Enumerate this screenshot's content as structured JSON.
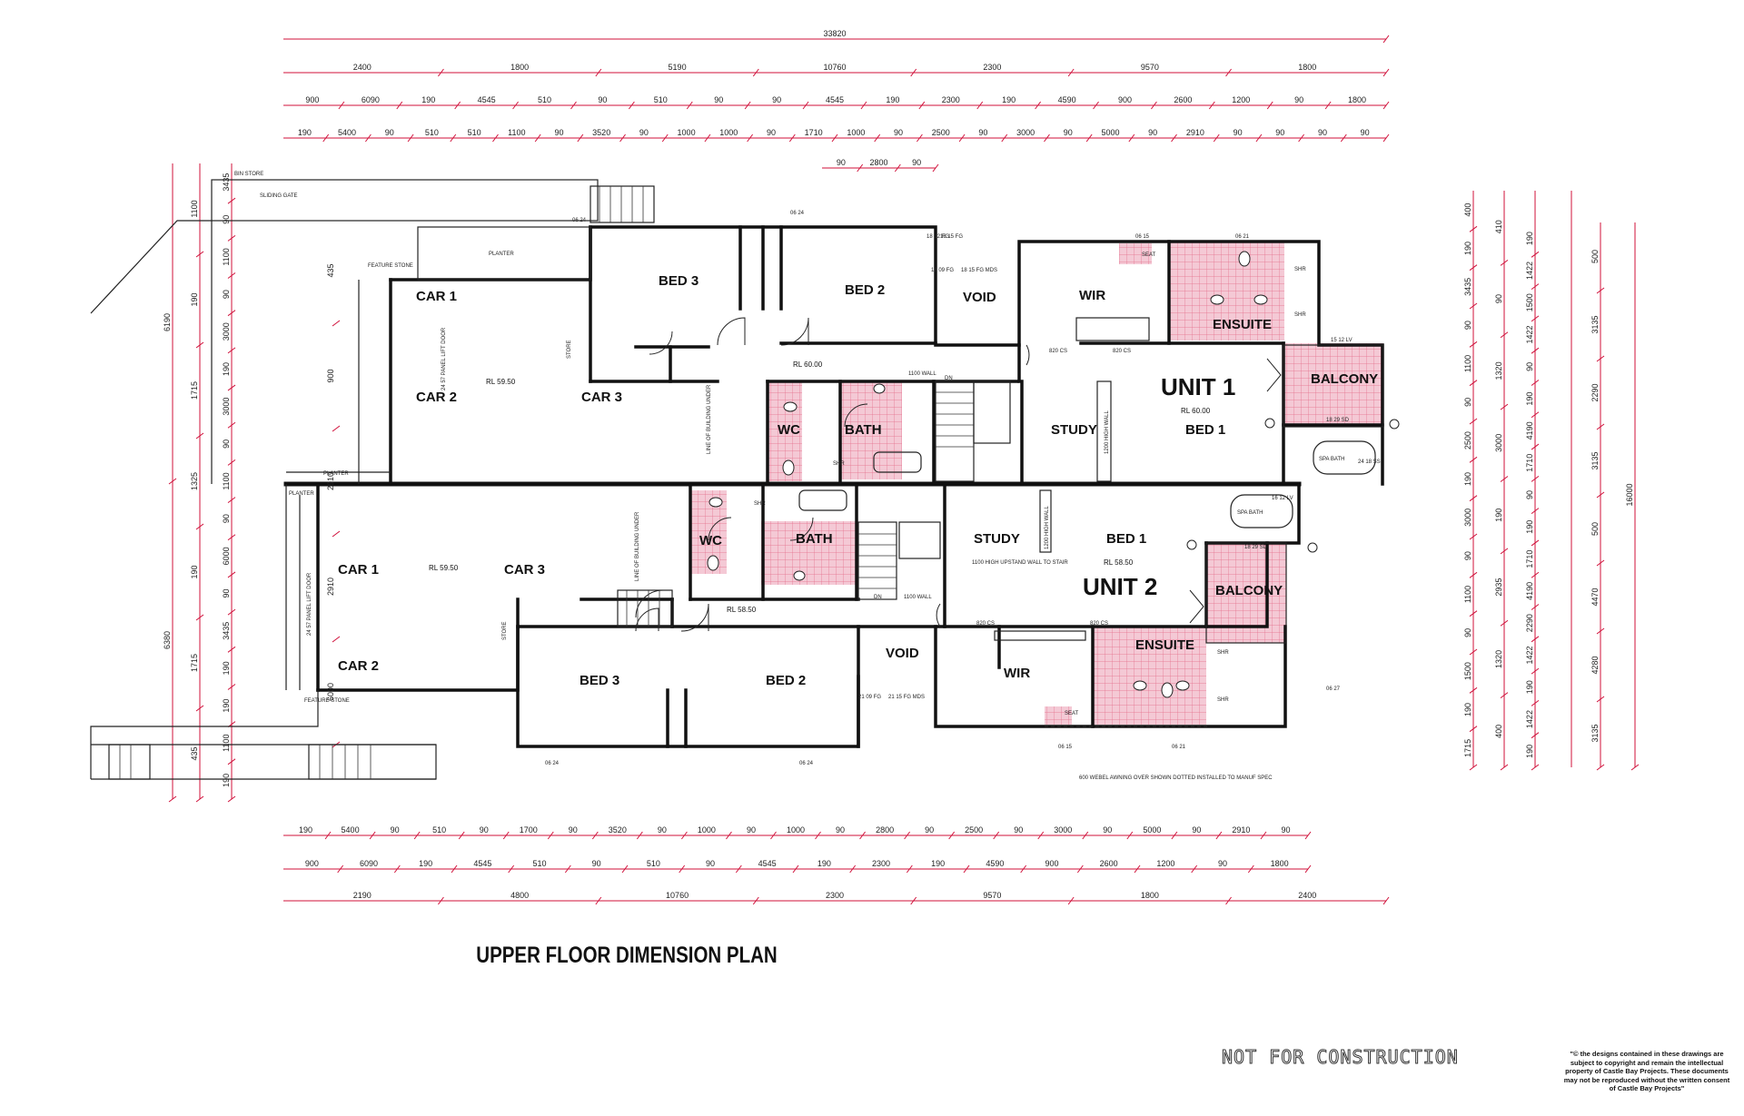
{
  "title": "UPPER FLOOR DIMENSION PLAN",
  "disclaimer": "NOT FOR CONSTRUCTION",
  "copyright": "\"© the designs contained in these drawings are subject to copyright and remain the intellectual property of Castle Bay Projects. These documents may not be reproduced without the written consent of Castle Bay Projects\"",
  "colors": {
    "wall": "#111111",
    "dim": "#d0103a",
    "wet": "#e8a9bd",
    "tile": "#e46b8a",
    "sand": "#c97a86"
  },
  "units": {
    "unit1": "UNIT 1",
    "unit2": "UNIT 2"
  },
  "rooms": {
    "car1_u1": "CAR 1",
    "car2_u1": "CAR 2",
    "car3_u1": "CAR 3",
    "rl_garage_u1": "RL 59.50",
    "bed3_u1": "BED 3",
    "bed2_u1": "BED 2",
    "void_u1": "VOID",
    "wir_u1": "WIR",
    "ensuite_u1": "ENSUITE",
    "rl_u1": "RL 60.00",
    "wc_u1": "WC",
    "bath_u1": "BATH",
    "study_u1": "STUDY",
    "bed1_u1": "BED 1",
    "rl_bed_u1": "RL 60.00",
    "balcony_u1": "BALCONY",
    "car1_u2": "CAR 1",
    "car2_u2": "CAR 2",
    "car3_u2": "CAR 3",
    "rl_garage_u2": "RL 59.50",
    "wc_u2": "WC",
    "bath_u2": "BATH",
    "study_u2": "STUDY",
    "bed1_u2": "BED 1",
    "rl_bed_u2": "RL 58.50",
    "balcony_u2": "BALCONY",
    "rl_u2": "RL 58.50",
    "void_u2": "VOID",
    "wir_u2": "WIR",
    "ensuite_u2": "ENSUITE",
    "bed3_u2": "BED 3",
    "bed2_u2": "BED 2"
  },
  "notes": {
    "bin_store": "BIN STORE",
    "sliding_gate": "SLIDING GATE",
    "planter_top": "PLANTER",
    "feature_stone_top": "FEATURE STONE",
    "planter_mid": "PLANTER",
    "planter_left": "PLANTER",
    "feature_stone_bot": "FEATURE STONE",
    "lift_door_u1": "24 57 PANEL LIFT DOOR",
    "lift_door_u2": "24 57 PANEL LIFT DOOR",
    "line_bldg_u1": "LINE OF BUILDING UNDER",
    "line_bldg_u2": "LINE OF BUILDING UNDER",
    "wall_1100_u1": "1100 WALL",
    "wall_1100_u2": "1100 WALL",
    "upstand": "1100 HIGH UPSTAND WALL TO STAIR",
    "awning": "600 WEBEL AWNING OVER SHOWN DOTTED INSTALLED TO MANUF SPEC",
    "spa_u1": "SPA BATH",
    "spa_u2": "SPA BATH",
    "shr_a": "SHR",
    "shr_b": "SHR",
    "shr_c": "SHR",
    "shr_d": "SHR",
    "shr_e": "SHR",
    "shr_f": "SHR",
    "seat_u1": "SEAT",
    "seat_u2": "SEAT",
    "store_u1": "STORE",
    "store_u2": "STORE",
    "dn_u1": "DN",
    "dn_u2": "DN",
    "high_wall_u1": "1200 HIGH WALL",
    "high_wall_u2": "1200 HIGH WALL"
  },
  "dims": {
    "top1": [
      "33820"
    ],
    "top2": [
      "2400",
      "1800",
      "5190",
      "10760",
      "2300",
      "9570",
      "1800"
    ],
    "top3": [
      "900",
      "6090",
      "190",
      "4545",
      "510",
      "90",
      "510",
      "90",
      "90",
      "4545",
      "190",
      "2300",
      "190",
      "4590",
      "900",
      "2600",
      "1200",
      "90",
      "1800"
    ],
    "top4": [
      "190",
      "5400",
      "90",
      "510",
      "510",
      "1100",
      "90",
      "3520",
      "90",
      "1000",
      "1000",
      "90",
      "1710",
      "1000",
      "90",
      "2500",
      "90",
      "3000",
      "90",
      "5000",
      "90",
      "2910",
      "90",
      "90",
      "90",
      "90"
    ],
    "top5": [
      "90",
      "2800",
      "90"
    ],
    "bot1": [
      "190",
      "5400",
      "90",
      "510",
      "90",
      "1700",
      "90",
      "3520",
      "90",
      "1000",
      "90",
      "1000",
      "90",
      "2800",
      "90",
      "2500",
      "90",
      "3000",
      "90",
      "5000",
      "90",
      "2910",
      "90"
    ],
    "bot2": [
      "900",
      "6090",
      "190",
      "4545",
      "510",
      "90",
      "510",
      "90",
      "4545",
      "190",
      "2300",
      "190",
      "4590",
      "900",
      "2600",
      "1200",
      "90",
      "1800"
    ],
    "bot3": [
      "2190",
      "4800",
      "10760",
      "2300",
      "9570",
      "1800",
      "2400"
    ],
    "left_total": [
      "6190",
      "6380"
    ],
    "left_a": [
      "1100",
      "190",
      "1715",
      "1325",
      "190",
      "1715",
      "435"
    ],
    "left_b": [
      "3435",
      "90",
      "1100",
      "90",
      "3000",
      "190",
      "3000",
      "90",
      "1100",
      "90",
      "6000",
      "90",
      "3435",
      "190",
      "190",
      "1100",
      "190"
    ],
    "left_c": [
      "435",
      "900",
      "2910",
      "2910",
      "6000"
    ],
    "right_a": [
      "400",
      "190",
      "3435",
      "90",
      "1100",
      "90",
      "2500",
      "190",
      "3000",
      "90",
      "1100",
      "90",
      "1500",
      "190",
      "1715"
    ],
    "right_b": [
      "410",
      "90",
      "1320",
      "3000",
      "190",
      "2935",
      "1320",
      "400"
    ],
    "right_c": [
      "190",
      "1422",
      "1500",
      "1422",
      "90",
      "190",
      "4190",
      "1710",
      "90",
      "190",
      "1710",
      "4190",
      "2290",
      "1422",
      "190",
      "1422",
      "190"
    ],
    "right_d": [
      "500",
      "3135",
      "2290",
      "3135",
      "500",
      "4470",
      "4280",
      "3135"
    ],
    "right_total": [
      "16000"
    ],
    "misc": [
      "06 24",
      "06 24",
      "06 24",
      "06 24",
      "06 15",
      "06 21",
      "06 15",
      "06 21",
      "820 CS",
      "820 CS",
      "820 CS",
      "820 CS",
      "15 12 LV",
      "16 12 LV",
      "18 29 SD",
      "18 29 SD",
      "24 18 SS",
      "18 09 FG",
      "18 15 FG MDS",
      "21 09 FG",
      "21 15 FG MDS",
      "18 12 FG",
      "18 15 FG",
      "06 27"
    ]
  }
}
